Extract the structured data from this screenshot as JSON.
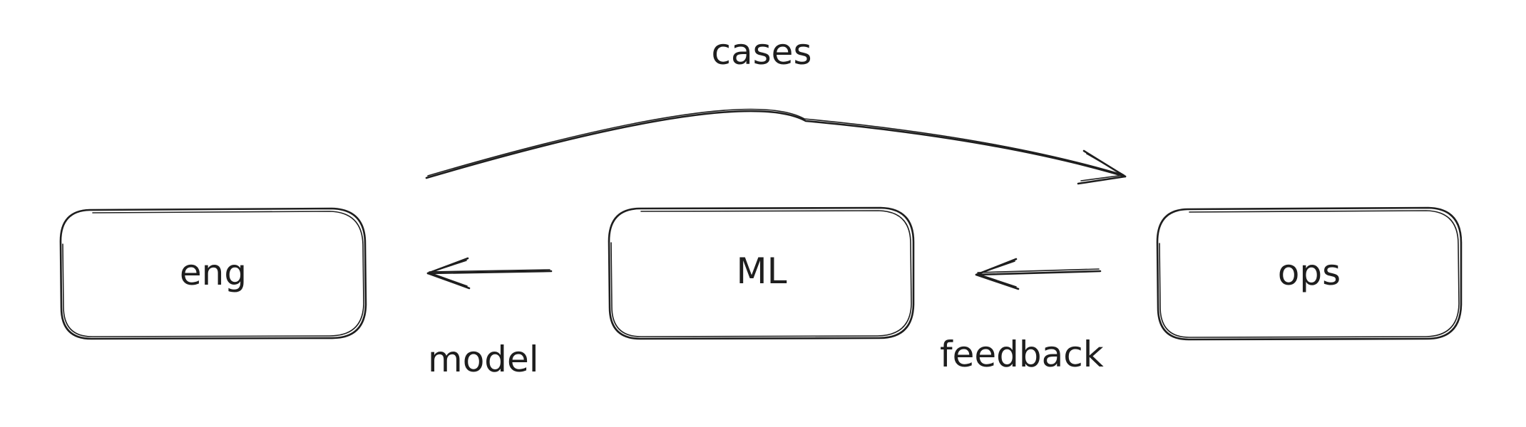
{
  "diagram": {
    "nodes": {
      "eng": "eng",
      "ml": "ML",
      "ops": "ops"
    },
    "edges": {
      "cases": "cases",
      "model": "model",
      "feedback": "feedback"
    },
    "stroke_color": "#1e1e1e",
    "background_color": "#ffffff"
  }
}
